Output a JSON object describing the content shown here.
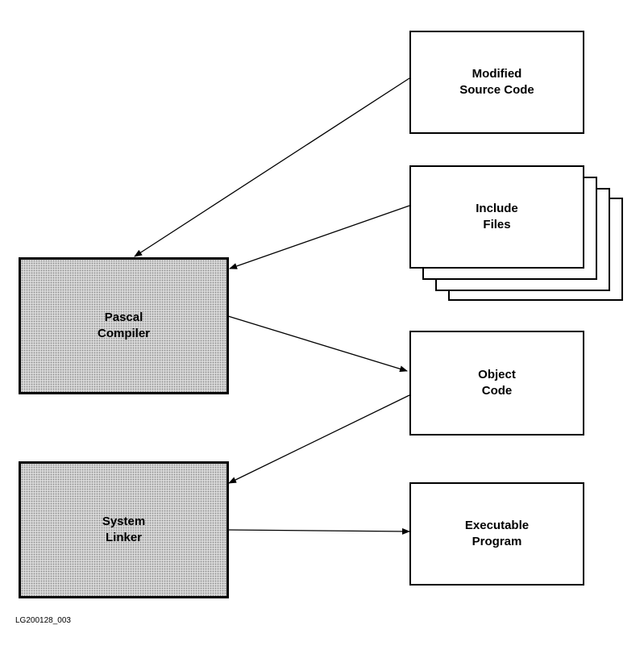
{
  "boxes": {
    "modified_source_code": {
      "line1": "Modified",
      "line2": "Source Code"
    },
    "include_files": {
      "line1": "Include",
      "line2": "Files"
    },
    "pascal_compiler": {
      "line1": "Pascal",
      "line2": "Compiler"
    },
    "object_code": {
      "line1": "Object",
      "line2": "Code"
    },
    "system_linker": {
      "line1": "System",
      "line2": "Linker"
    },
    "executable_program": {
      "line1": "Executable",
      "line2": "Program"
    }
  },
  "figure_id": "LG200128_003"
}
